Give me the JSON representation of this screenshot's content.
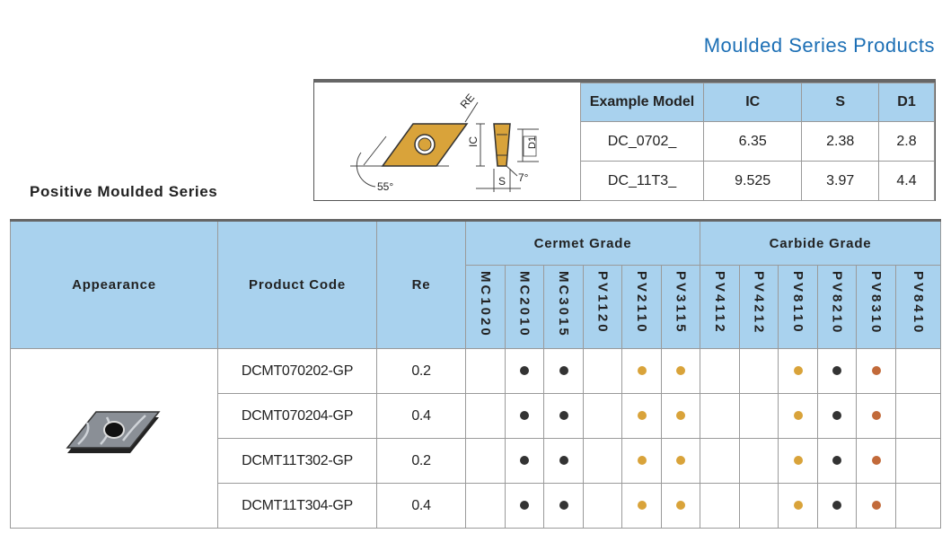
{
  "page_title": "Moulded Series Products",
  "series_title": "Positive Moulded Series",
  "diagram": {
    "re_label": "RE",
    "ic_label": "IC",
    "d1_label": "D1",
    "s_label": "S",
    "angle_label": "55°",
    "relief_label": "7°"
  },
  "spec": {
    "headers": [
      "Example Model",
      "IC",
      "S",
      "D1"
    ],
    "rows": [
      [
        "DC_0702_",
        "6.35",
        "2.38",
        "2.8"
      ],
      [
        "DC_11T3_",
        "9.525",
        "3.97",
        "4.4"
      ]
    ]
  },
  "table": {
    "appearance_header": "Appearance",
    "code_header": "Product Code",
    "re_header": "Re",
    "cermet_header": "Cermet Grade",
    "carbide_header": "Carbide Grade",
    "cermet_grades": [
      "MC1020",
      "MC2010",
      "MC3015",
      "PV1120",
      "PV2110",
      "PV3115"
    ],
    "carbide_grades": [
      "PV4112",
      "PV4212",
      "PV8110",
      "PV8210",
      "PV8310",
      "PV8410"
    ],
    "rows": [
      {
        "code": "DCMT070202-GP",
        "re": "0.2",
        "marks": [
          "",
          "black",
          "black",
          "",
          "gold",
          "gold",
          "",
          "",
          "gold",
          "black",
          "copper",
          ""
        ]
      },
      {
        "code": "DCMT070204-GP",
        "re": "0.4",
        "marks": [
          "",
          "black",
          "black",
          "",
          "gold",
          "gold",
          "",
          "",
          "gold",
          "black",
          "copper",
          ""
        ]
      },
      {
        "code": "DCMT11T302-GP",
        "re": "0.2",
        "marks": [
          "",
          "black",
          "black",
          "",
          "gold",
          "gold",
          "",
          "",
          "gold",
          "black",
          "copper",
          ""
        ]
      },
      {
        "code": "DCMT11T304-GP",
        "re": "0.4",
        "marks": [
          "",
          "black",
          "black",
          "",
          "gold",
          "gold",
          "",
          "",
          "gold",
          "black",
          "copper",
          ""
        ]
      }
    ]
  },
  "colors": {
    "title_blue": "#1c6fb5",
    "header_blue": "#a9d2ee",
    "black_dot": "#333333",
    "gold_dot": "#d9a33a",
    "copper_dot": "#c26a3a"
  }
}
